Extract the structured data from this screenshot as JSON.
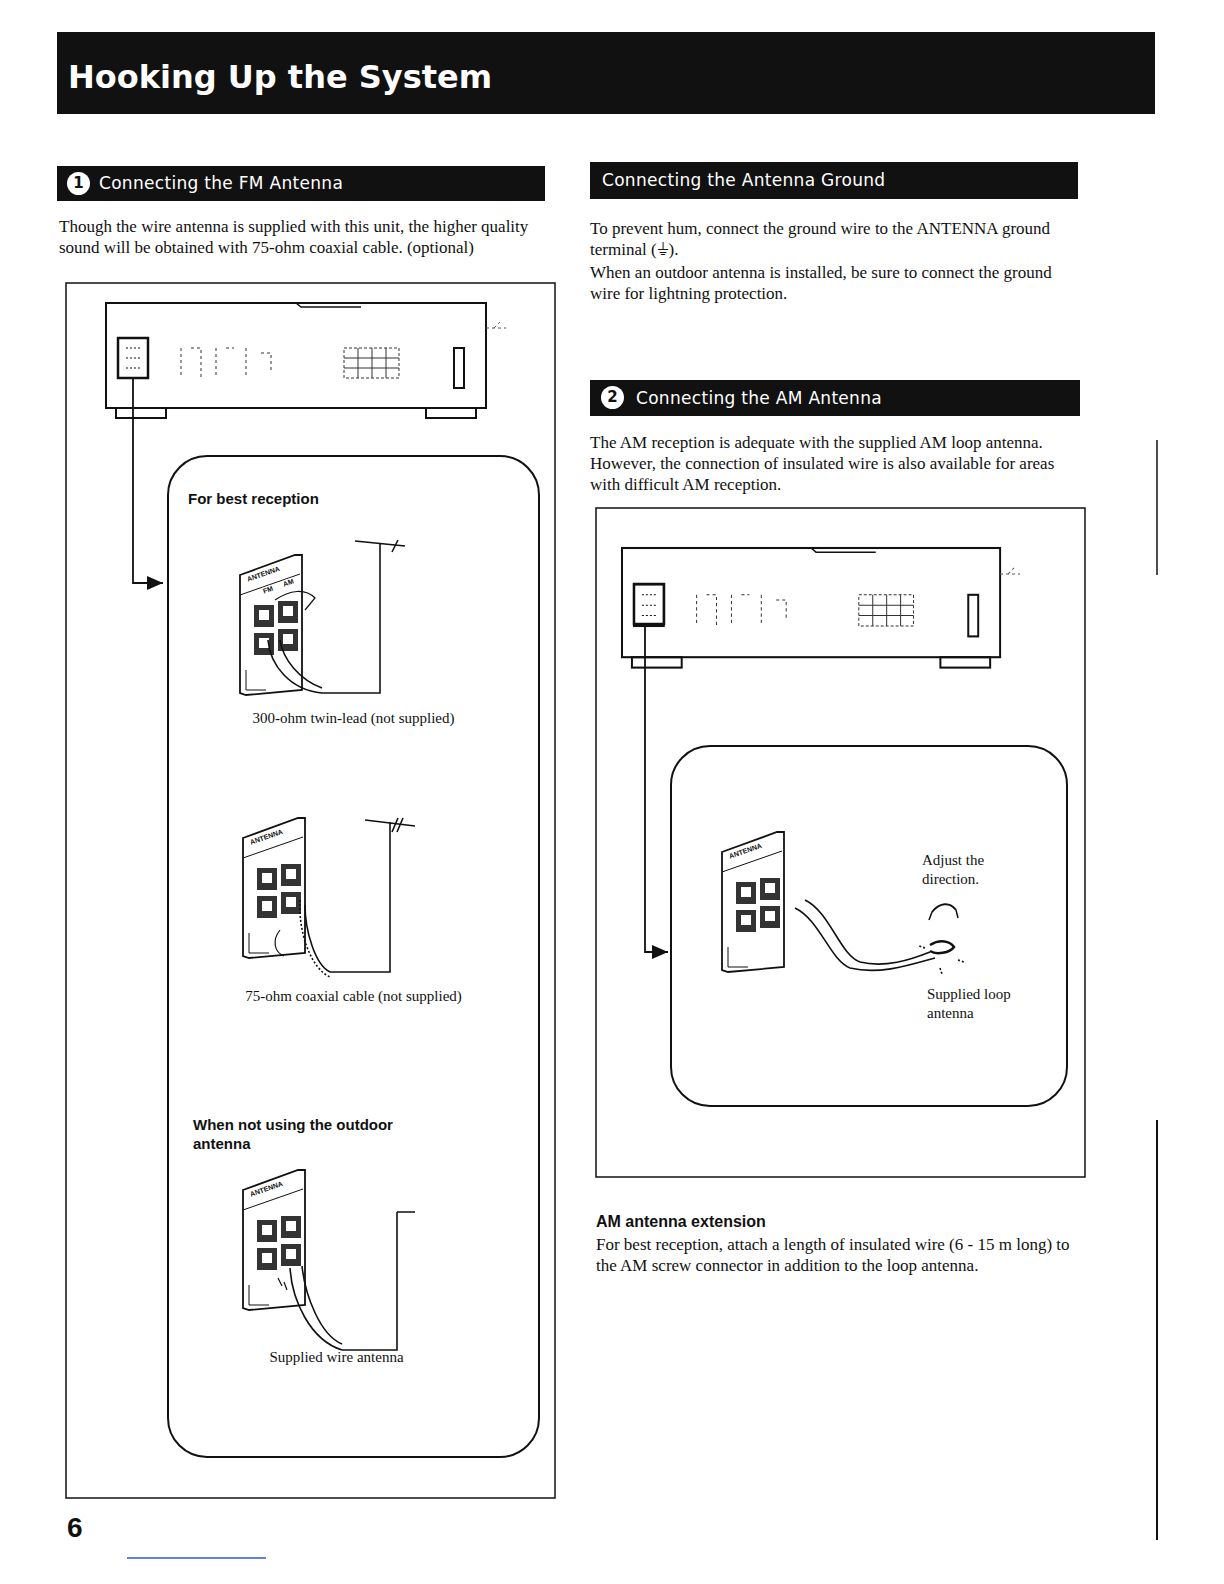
{
  "diagram": {
    "title": "Hooking Up the System",
    "nodes": [
      {
        "text": [
          "Connecting the FM Antenna"
        ]
      },
      {
        "text": [
          "1"
        ],
        "in": 0
      },
      {
        "text": [
          "For best reception",
          "300-ohm twin-lead (not supplied)",
          "75-ohm coaxial cable (not supplied)",
          "When not using the outdoor antenna",
          "Supplied wire antenna"
        ]
      },
      {
        "text": [
          "Connecting the Antenna Ground"
        ]
      },
      {
        "text": [
          "Connecting the AM Antenna"
        ]
      },
      {
        "text": [
          "2"
        ],
        "in": 4
      },
      {
        "text": [
          "Adjust the direction.",
          "Supplied loop antenna"
        ]
      }
    ],
    "labels": [
      "Though the wire antenna is supplied with this unit, the higher quality sound will be obtained with 75-ohm coaxial cable. (optional)",
      "To prevent hum, connect the ground wire to the ANTENNA ground terminal (⏚).",
      "When an outdoor antenna is installed, be sure to connect the ground wire for lightning protection.",
      "The AM reception is adequate with the supplied AM loop antenna. However, the connection of insulated wire is also available for areas with difficult AM reception.",
      "AM antenna extension",
      "For best reception, attach a length of insulated wire (6 - 15 m long) to the AM screw connector in addition to the loop antenna.",
      "6",
      "ANTENNA",
      "FM",
      "AM",
      "ANTENNA",
      "ANTENNA",
      "ANTENNA"
    ]
  }
}
